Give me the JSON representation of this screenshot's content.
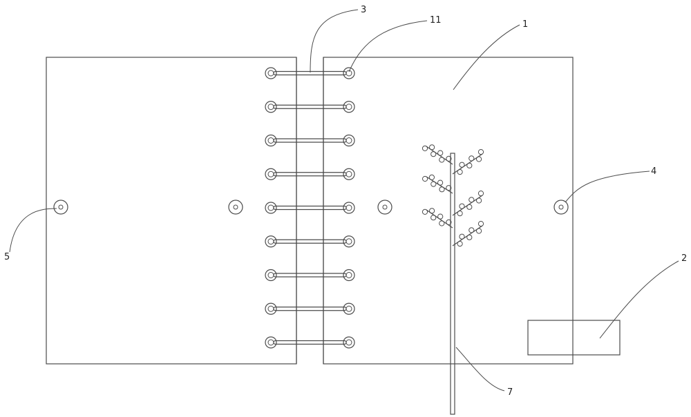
{
  "figure": {
    "line_color": "#4a4a4a",
    "background": "#ffffff",
    "labels": {
      "label_1": "1",
      "label_2": "2",
      "label_3": "3",
      "label_4": "4",
      "label_5": "5",
      "label_7": "7",
      "label_11": "11"
    }
  },
  "binding_ring_count": 9,
  "plant_branch_count": 6
}
